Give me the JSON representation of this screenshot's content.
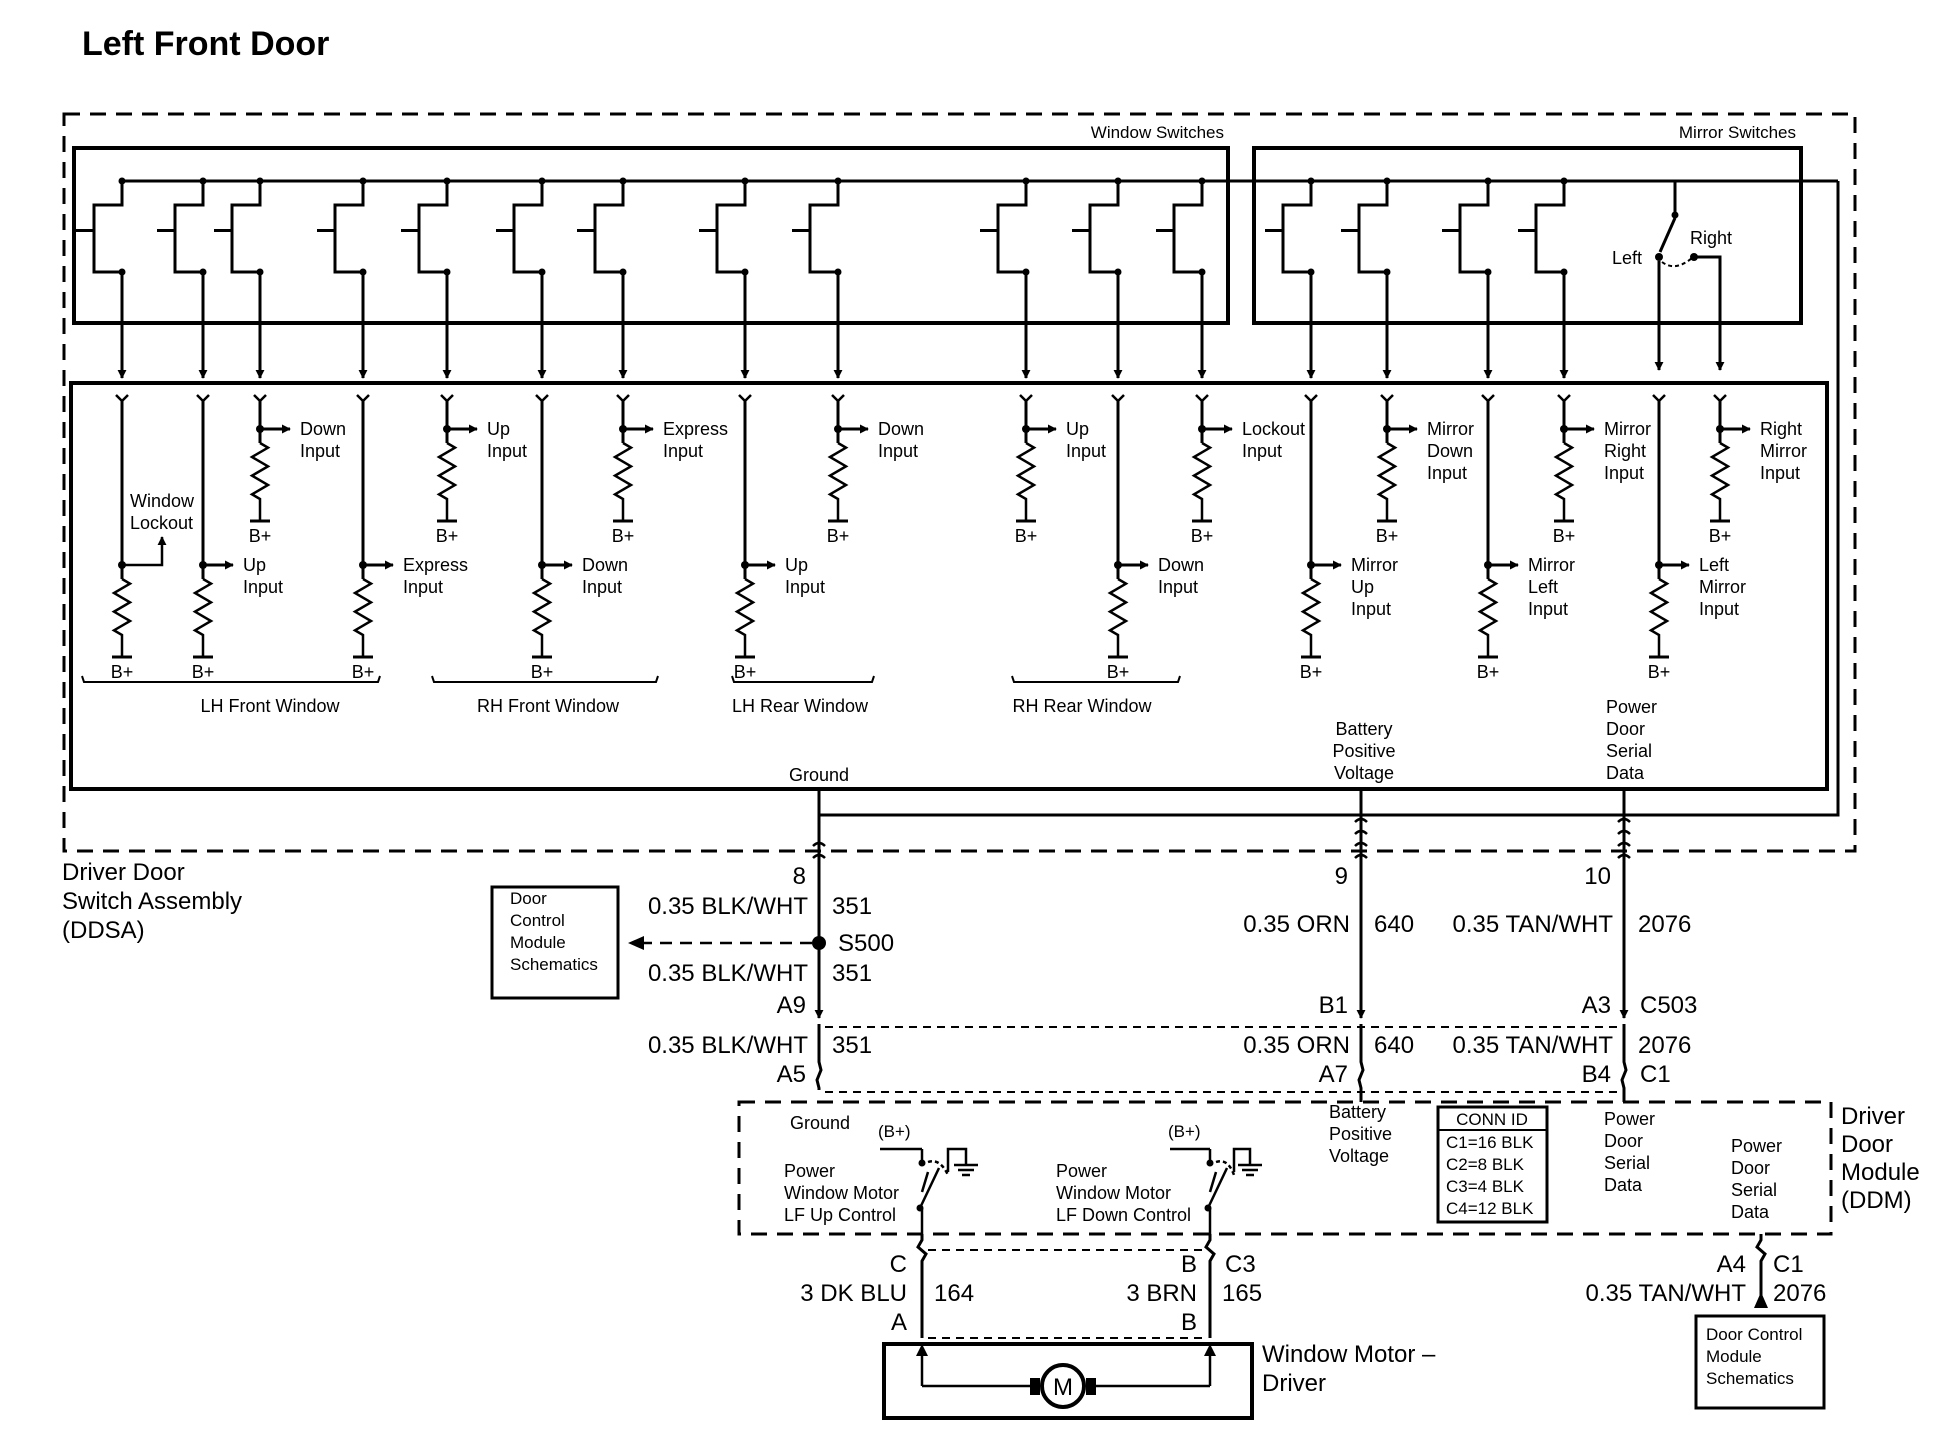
{
  "title": "Left Front Door",
  "ddsa": {
    "label": [
      "Driver Door",
      "Switch Assembly",
      "(DDSA)"
    ],
    "window_switches_label": "Window Switches",
    "mirror_switches_label": "Mirror Switches",
    "selector": {
      "left": "Left",
      "right": "Right"
    },
    "inputs": [
      {
        "label": [
          "Window",
          "Lockout"
        ]
      },
      {
        "label": [
          "Up",
          "Input"
        ]
      },
      {
        "label": [
          "Down",
          "Input"
        ]
      },
      {
        "label": [
          "Express",
          "Input"
        ]
      },
      {
        "label": [
          "Up",
          "Input"
        ]
      },
      {
        "label": [
          "Down",
          "Input"
        ]
      },
      {
        "label": [
          "Express",
          "Input"
        ]
      },
      {
        "label": [
          "Up",
          "Input"
        ]
      },
      {
        "label": [
          "Down",
          "Input"
        ]
      },
      {
        "label": [
          "Up",
          "Input"
        ]
      },
      {
        "label": [
          "Down",
          "Input"
        ]
      },
      {
        "label": [
          "Lockout",
          "Input"
        ]
      },
      {
        "label": [
          "Mirror",
          "Up",
          "Input"
        ]
      },
      {
        "label": [
          "Mirror",
          "Down",
          "Input"
        ]
      },
      {
        "label": [
          "Mirror",
          "Left",
          "Input"
        ]
      },
      {
        "label": [
          "Mirror",
          "Right",
          "Input"
        ]
      },
      {
        "label": [
          "Left",
          "Mirror",
          "Input"
        ]
      },
      {
        "label": [
          "Right",
          "Mirror",
          "Input"
        ]
      }
    ],
    "b_plus": "B+",
    "groups": [
      "LH Front Window",
      "RH Front Window",
      "LH Rear Window",
      "RH Rear Window"
    ],
    "ground_label": "Ground",
    "battery_label": [
      "Battery",
      "Positive",
      "Voltage"
    ],
    "serial_label": [
      "Power",
      "Door",
      "Serial",
      "Data"
    ],
    "pins": [
      "8",
      "9",
      "10"
    ]
  },
  "circuits": [
    {
      "wire": "0.35 BLK/WHT",
      "circuit": "351"
    },
    {
      "wire": "0.35 ORN",
      "circuit": "640"
    },
    {
      "wire": "0.35 TAN/WHT",
      "circuit": "2076"
    }
  ],
  "splice": "S500",
  "connector_c503": {
    "id": "C503",
    "pins": [
      "A9",
      "B1",
      "A3"
    ]
  },
  "connector_c1": {
    "id": "C1",
    "pins": [
      "A5",
      "A7",
      "B4"
    ]
  },
  "ref_box_1": [
    "Door",
    "Control",
    "Module",
    "Schematics"
  ],
  "ref_box_2": [
    "Door Control",
    "Module",
    "Schematics"
  ],
  "ddm": {
    "label": [
      "Driver",
      "Door",
      "Module",
      "(DDM)"
    ],
    "ground": "Ground",
    "bplus": "(B+)",
    "up_control": [
      "Power",
      "Window Motor",
      "LF Up Control"
    ],
    "down_control": [
      "Power",
      "Window Motor",
      "LF Down Control"
    ],
    "battery": [
      "Battery",
      "Positive",
      "Voltage"
    ],
    "serial": [
      "Power",
      "Door",
      "Serial",
      "Data"
    ],
    "conn_id": {
      "title": "CONN ID",
      "rows": [
        "C1=16 BLK",
        "C2=8 BLK",
        "C3=4 BLK",
        "C4=12 BLK"
      ]
    }
  },
  "motor_circuits": [
    {
      "wire": "3 DK BLU",
      "circuit": "164",
      "pin_top": "C",
      "pin_bottom": "A"
    },
    {
      "wire": "3 BRN",
      "circuit": "165",
      "pin_top": "B",
      "pin_bottom": "B"
    }
  ],
  "c3": "C3",
  "serial_out": {
    "pin": "A4",
    "connector": "C1",
    "wire": "0.35 TAN/WHT",
    "circuit": "2076"
  },
  "motor": {
    "symbol": "M",
    "label": [
      "Window Motor –",
      "Driver"
    ]
  }
}
